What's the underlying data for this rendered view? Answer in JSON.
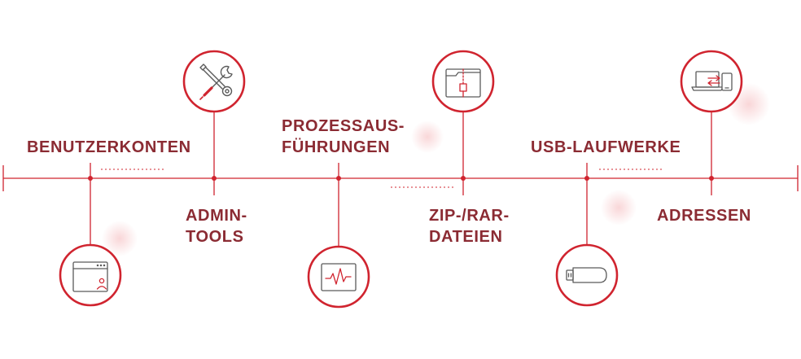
{
  "colors": {
    "line": "#d0242f",
    "text": "#8b2b33",
    "icon": "#5a5a5a",
    "circle_fill": "#ffffff"
  },
  "labels": {
    "benutzerkonten": [
      "BENUTZERKONTEN"
    ],
    "admin_tools": [
      "ADMIN-",
      "TOOLS"
    ],
    "prozessausfuehrungen": [
      "PROZESSAUS-",
      "FÜHRUNGEN"
    ],
    "zip_rar": [
      "ZIP-/RAR-",
      "DATEIEN"
    ],
    "usb_laufwerke": [
      "USB-LAUFWERKE"
    ],
    "adressen": [
      "ADRESSEN"
    ]
  },
  "icons": {
    "benutzerkonten": "browser-user-icon",
    "admin_tools": "wrench-screwdriver-icon",
    "prozessausfuehrungen": "pulse-monitor-icon",
    "zip_rar": "zip-folder-icon",
    "usb_laufwerke": "usb-drive-icon",
    "adressen": "devices-transfer-icon"
  }
}
